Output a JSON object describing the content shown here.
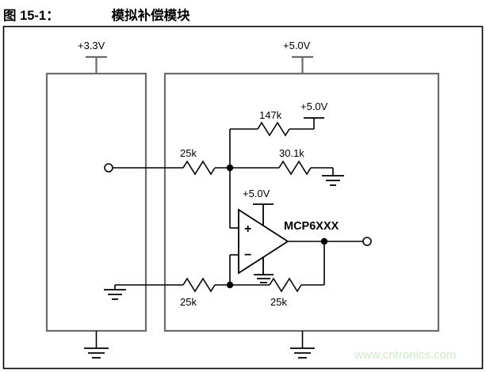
{
  "caption": {
    "label": "图 15-1：",
    "title": "模拟补偿模块"
  },
  "circuit": {
    "supplies": {
      "left_box_rail": "+3.3V",
      "right_box_rail": "+5.0V",
      "pullup_rail": "+5.0V",
      "opamp_rail": "+5.0V"
    },
    "components": {
      "r_input_series": "25k",
      "r_feedback_top": "147k",
      "r_divider": "30.1k",
      "r_lower_left": "25k",
      "r_lower_right": "25k",
      "opamp_part": "MCP6XXX",
      "opamp_plus": "+",
      "opamp_minus": "−"
    }
  },
  "watermark": {
    "text": "www.cntronics.com",
    "color": "#cfe9c3"
  },
  "colors": {
    "wire": "#000000",
    "box_border": "#6b6b6b",
    "frame_border": "#000000",
    "text": "#000000"
  }
}
